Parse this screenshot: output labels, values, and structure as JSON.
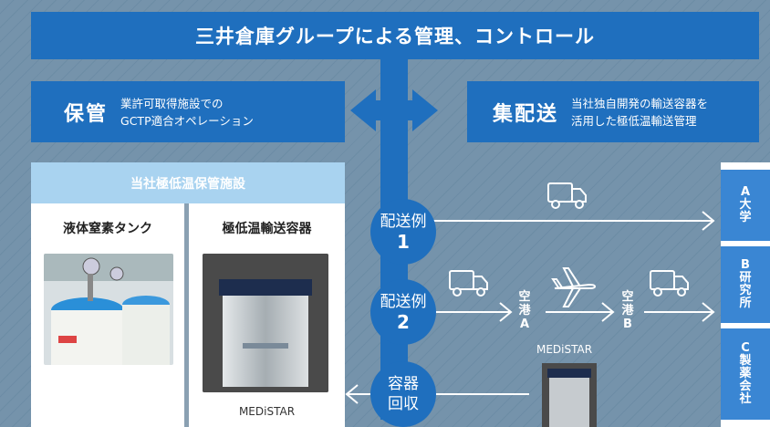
{
  "header": {
    "title": "三井倉庫グループによる管理、コントロール"
  },
  "storage": {
    "title": "保管",
    "desc_line1": "業許可取得施設での",
    "desc_line2": "GCTP適合オペレーション"
  },
  "delivery": {
    "title": "集配送",
    "desc_line1": "当社独自開発の輸送容器を",
    "desc_line2": "活用した極低温輸送管理"
  },
  "facility": {
    "title": "当社極低温保管施設",
    "col1_title": "液体窒素タンク",
    "col2_title": "極低温輸送容器",
    "col2_caption": "MEDiSTAR"
  },
  "routes": [
    {
      "label": "配送例",
      "number": "1"
    },
    {
      "label": "配送例",
      "number": "2"
    },
    {
      "label": "容器",
      "number": "回収"
    }
  ],
  "airports": [
    {
      "label": [
        "空",
        "港",
        "A"
      ]
    },
    {
      "label": [
        "空",
        "港",
        "B"
      ]
    }
  ],
  "destinations": [
    {
      "chars": [
        "A",
        "大",
        "学"
      ]
    },
    {
      "chars": [
        "B",
        "研",
        "究",
        "所"
      ]
    },
    {
      "chars": [
        "C",
        "製",
        "薬",
        "会",
        "社"
      ]
    }
  ],
  "medistar_label": "MEDiSTAR",
  "icons": [
    "truck-icon",
    "airplane-icon",
    "arrow-right-icon",
    "arrow-left-icon"
  ],
  "colors": {
    "primary": "#1f6fbe",
    "light": "#a9d3f0",
    "destination": "#3a86d3"
  }
}
